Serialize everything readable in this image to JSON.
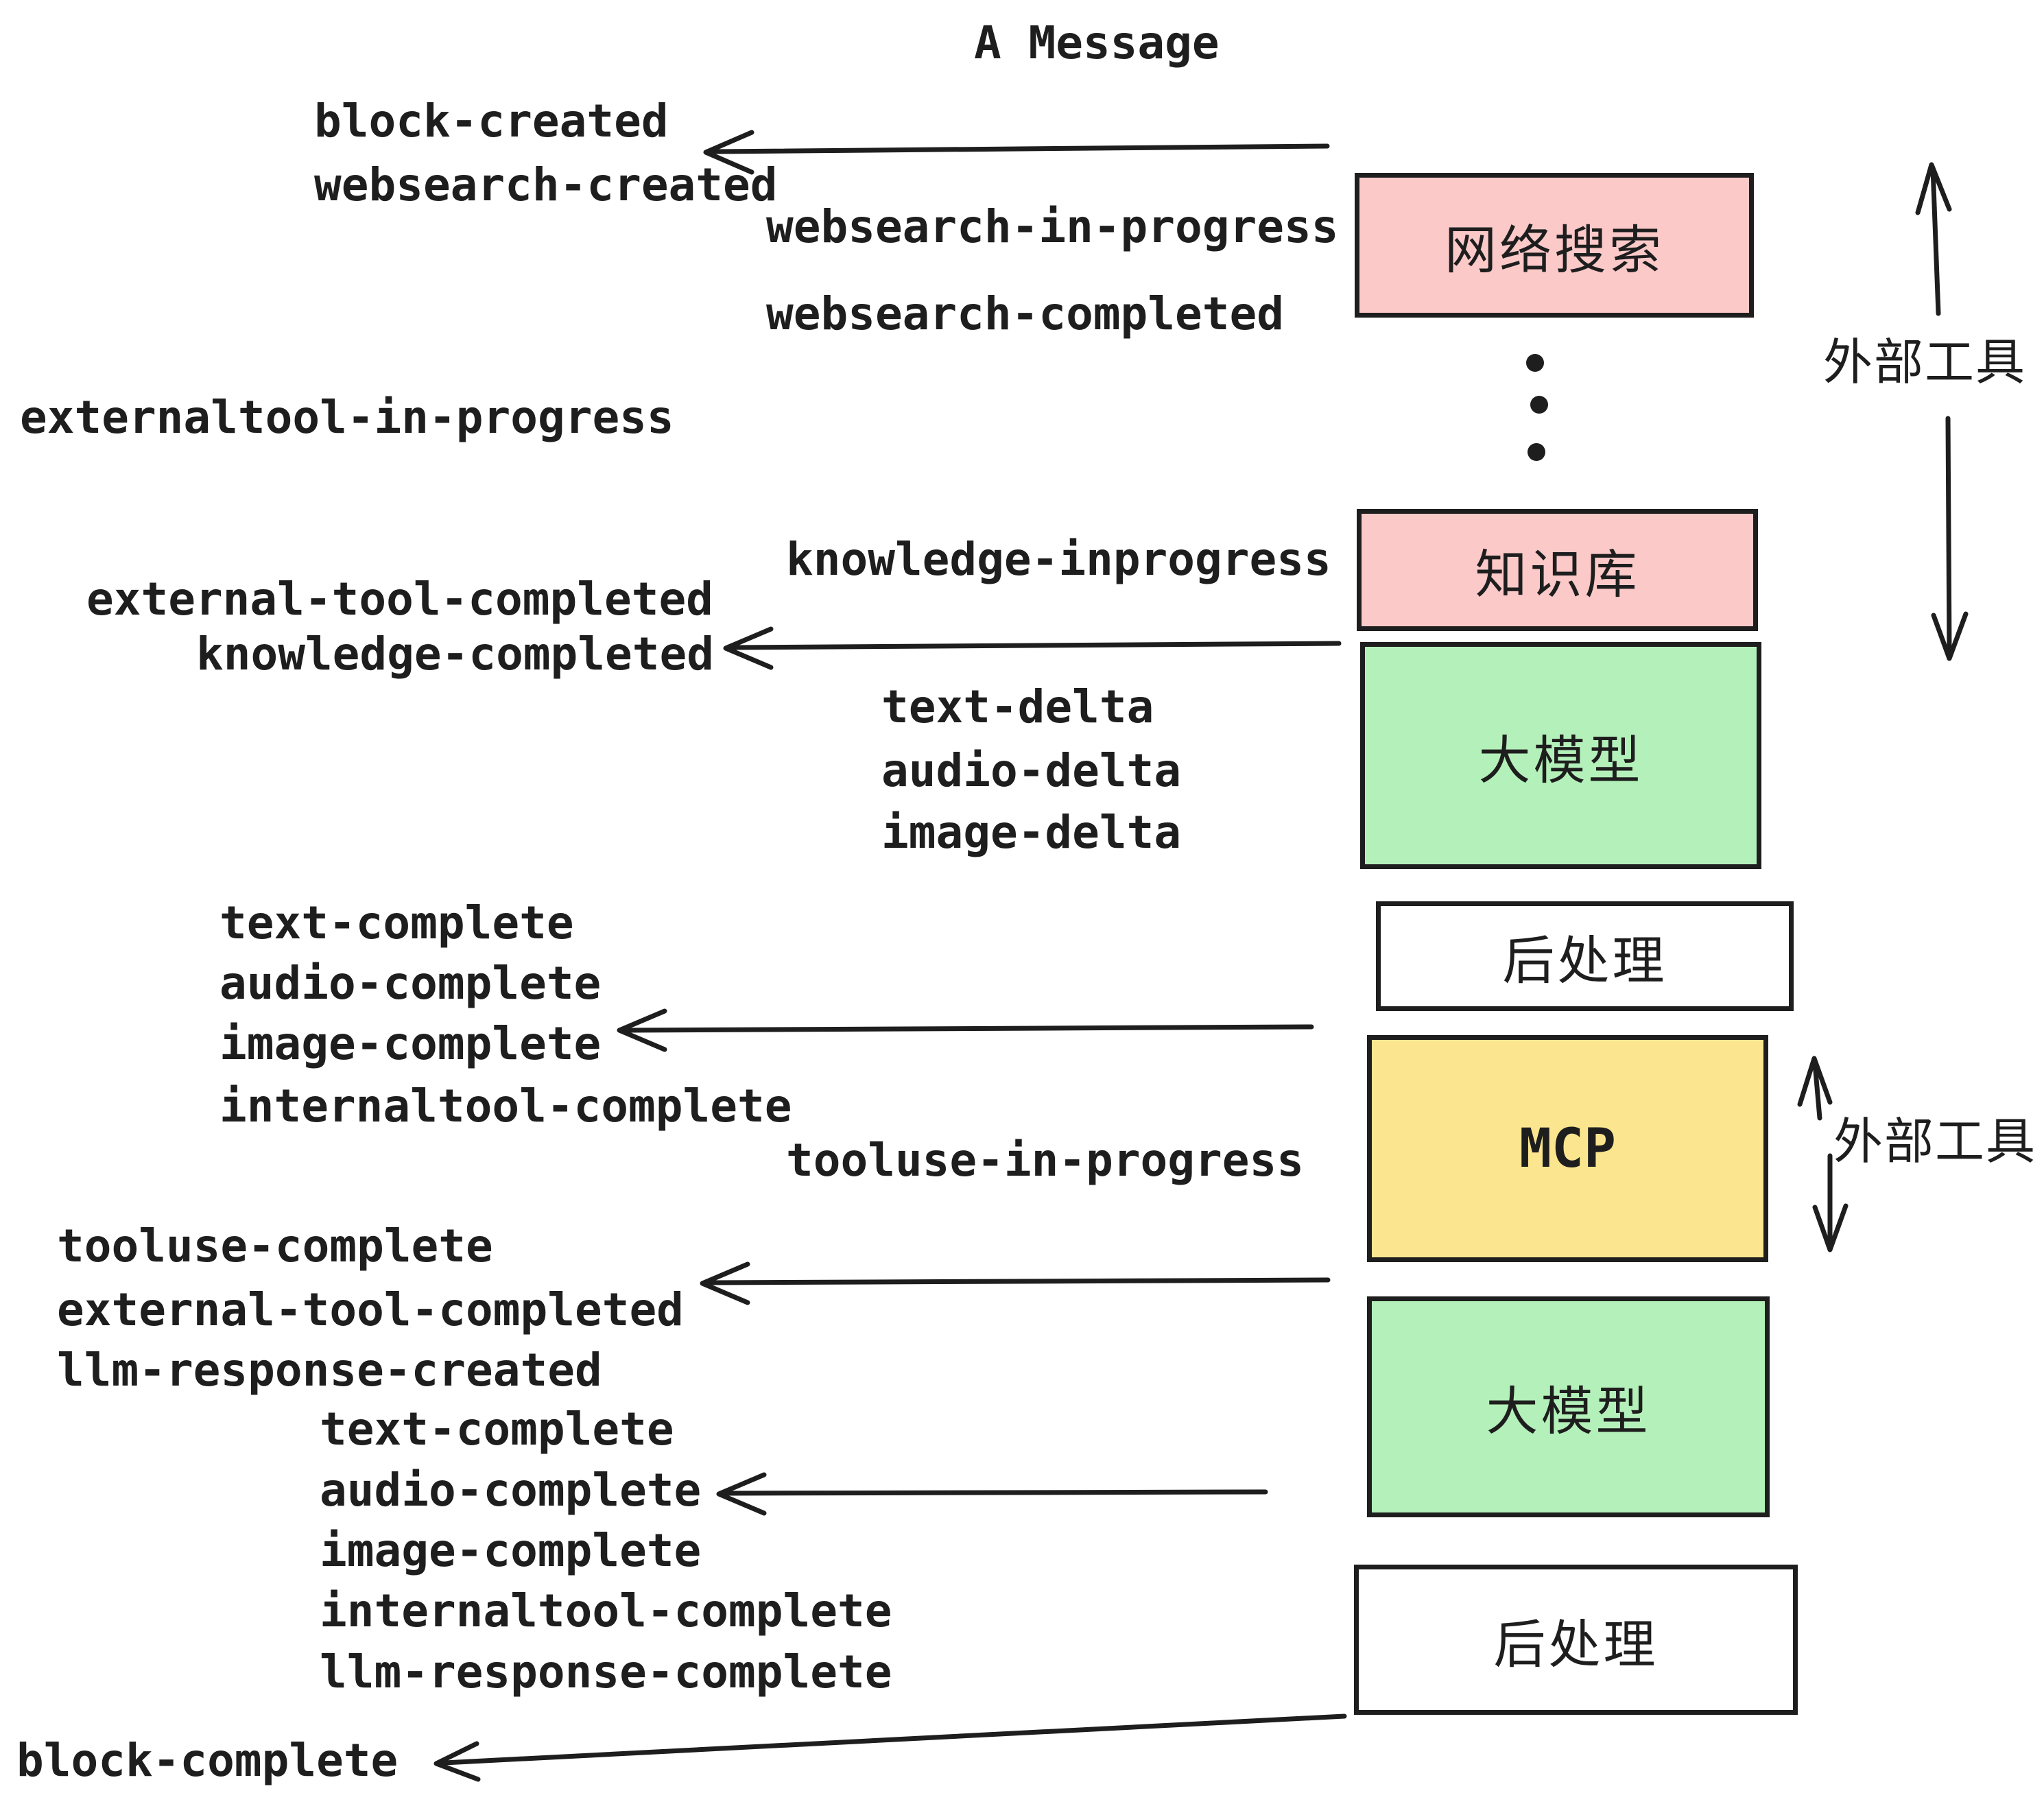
{
  "title": "A Message",
  "colors": {
    "background": "#ffffff",
    "stroke": "#1e1e1e",
    "node_pink": "#fcc9c9",
    "node_green": "#b4f1ba",
    "node_yellow": "#fbe68f",
    "node_white": "#ffffff"
  },
  "nodes": [
    {
      "id": "websearch",
      "label": "网络搜索",
      "color": "#fcc9c9"
    },
    {
      "id": "knowledge",
      "label": "知识库",
      "color": "#fcc9c9"
    },
    {
      "id": "llm-1",
      "label": "大模型",
      "color": "#b4f1ba"
    },
    {
      "id": "post-1",
      "label": "后处理",
      "color": "#ffffff"
    },
    {
      "id": "mcp",
      "label": "MCP",
      "color": "#fbe68f"
    },
    {
      "id": "llm-2",
      "label": "大模型",
      "color": "#b4f1ba"
    },
    {
      "id": "post-2",
      "label": "后处理",
      "color": "#ffffff"
    }
  ],
  "events": [
    {
      "text": "block-created"
    },
    {
      "text": "websearch-created"
    },
    {
      "text": "websearch-in-progress"
    },
    {
      "text": "websearch-completed"
    },
    {
      "text": "externaltool-in-progress"
    },
    {
      "text": "knowledge-inprogress"
    },
    {
      "text": "external-tool-completed"
    },
    {
      "text": "knowledge-completed"
    },
    {
      "text": "text-delta"
    },
    {
      "text": "audio-delta"
    },
    {
      "text": "image-delta"
    },
    {
      "text": "text-complete"
    },
    {
      "text": "audio-complete"
    },
    {
      "text": "image-complete"
    },
    {
      "text": "internaltool-complete"
    },
    {
      "text": "tooluse-in-progress"
    },
    {
      "text": "tooluse-complete"
    },
    {
      "text": "external-tool-completed"
    },
    {
      "text": "llm-response-created"
    },
    {
      "text": "text-complete"
    },
    {
      "text": "audio-complete"
    },
    {
      "text": "image-complete"
    },
    {
      "text": "internaltool-complete"
    },
    {
      "text": "llm-response-complete"
    },
    {
      "text": "block-complete"
    }
  ],
  "side_labels": [
    {
      "text": "外部工具"
    },
    {
      "text": "外部工具"
    }
  ]
}
